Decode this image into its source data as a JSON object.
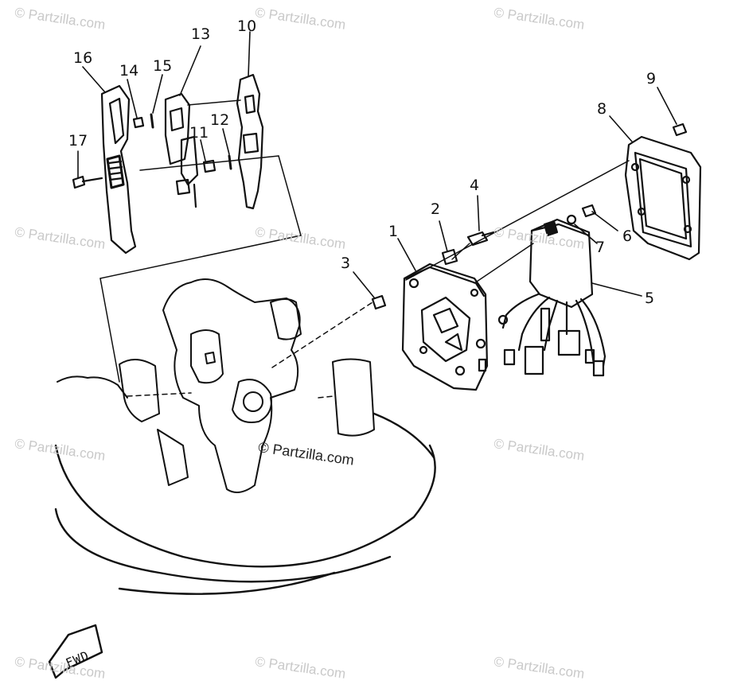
{
  "callouts": [
    "1",
    "2",
    "3",
    "4",
    "5",
    "6",
    "7",
    "8",
    "9",
    "10",
    "11",
    "12",
    "13",
    "14",
    "15",
    "16",
    "17"
  ],
  "watermark_text": "© Partzilla.com",
  "center_watermark": "© Partzilla.com",
  "direction_label": "FWD"
}
